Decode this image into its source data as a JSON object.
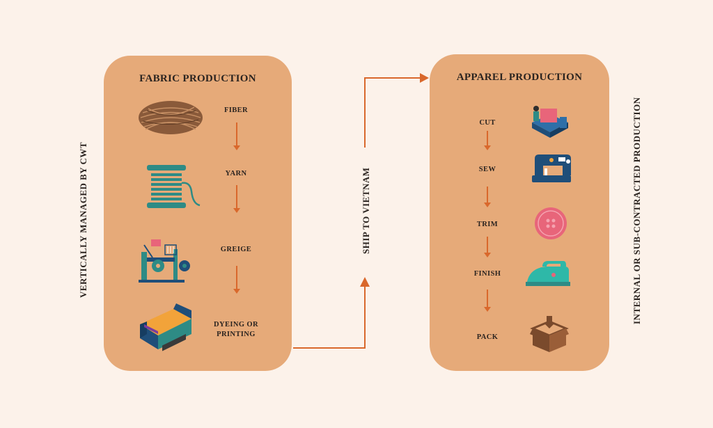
{
  "left_side_label": "VERTICALLY MANAGED BY CWT",
  "right_side_label": "INTERNAL OR SUB-CONTRACTED PRODUCTION",
  "transfer_label": "SHIP TO VIETNAM",
  "fabric": {
    "title": "FABRIC PRODUCTION",
    "steps": [
      {
        "label": "FIBER",
        "icon": "fiber-bundle-icon"
      },
      {
        "label": "YARN",
        "icon": "yarn-spool-icon"
      },
      {
        "label": "GREIGE",
        "icon": "weaving-machine-icon"
      },
      {
        "label_line1": "DYEING OR",
        "label_line2": "PRINTING",
        "icon": "dyeing-machine-icon"
      }
    ]
  },
  "apparel": {
    "title": "APPAREL PRODUCTION",
    "steps": [
      {
        "label": "CUT",
        "icon": "cutting-station-icon"
      },
      {
        "label": "SEW",
        "icon": "sewing-machine-icon"
      },
      {
        "label": "TRIM",
        "icon": "button-icon"
      },
      {
        "label": "FINISH",
        "icon": "iron-icon"
      },
      {
        "label": "PACK",
        "icon": "box-icon"
      }
    ]
  },
  "colors": {
    "background": "#fcf2ea",
    "panel": "#e6aa79",
    "arrow": "#d9682c",
    "teal": "#2e8b85",
    "navy": "#1f4e79",
    "pink": "#e8657a"
  }
}
